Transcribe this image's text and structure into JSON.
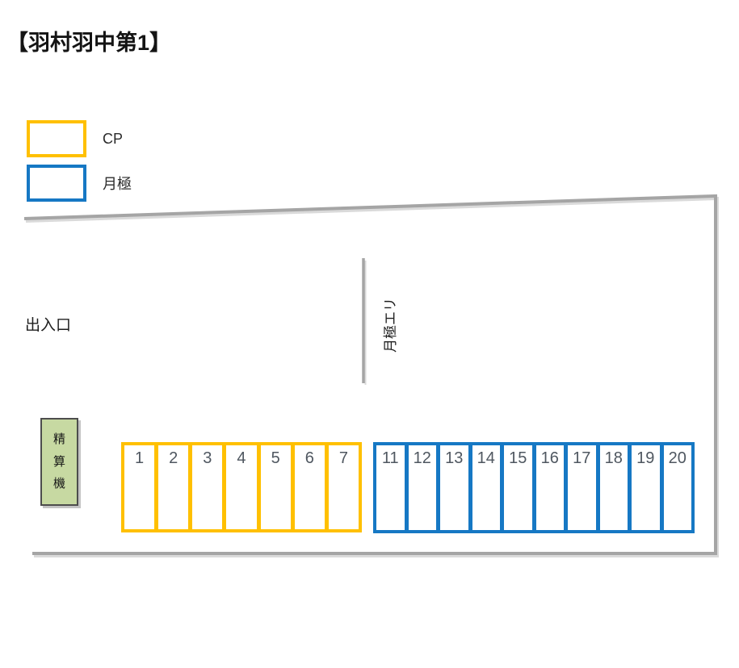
{
  "title": "【羽村羽中第1】",
  "legend": {
    "cp": {
      "label": "CP",
      "color": "#FFC000"
    },
    "monthly": {
      "label": "月極",
      "color": "#1678C4"
    }
  },
  "labels": {
    "entrance": "出入口",
    "monthly_area": "月極エリ",
    "pay_machine": "精算機"
  },
  "parking": {
    "cp_spaces": [
      "1",
      "2",
      "3",
      "4",
      "5",
      "6",
      "7"
    ],
    "monthly_spaces": [
      "11",
      "12",
      "13",
      "14",
      "15",
      "16",
      "17",
      "18",
      "19",
      "20"
    ]
  },
  "colors": {
    "cp_border": "#FFC000",
    "monthly_border": "#1678C4",
    "boundary_line": "#A5A5A5",
    "boundary_shadow": "#DADADA",
    "machine_fill": "#C7D9A2",
    "machine_border": "#4D4D4D",
    "space_number_text": "#4F5760"
  }
}
